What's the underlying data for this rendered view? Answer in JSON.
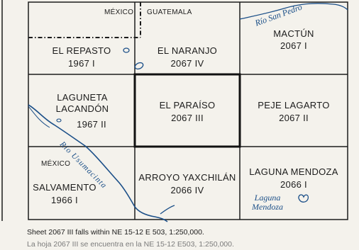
{
  "border_labels": {
    "mexico_north": "MÉXICO",
    "guatemala": "GUATEMALA",
    "mexico_south": "MÉXICO"
  },
  "cells": [
    {
      "id": "el-repasto",
      "name": "EL REPASTO",
      "sheet": "1967 I"
    },
    {
      "id": "el-naranjo",
      "name": "EL NARANJO",
      "sheet": "2067 IV"
    },
    {
      "id": "mactun",
      "name": "MACTÚN",
      "sheet": "2067 I"
    },
    {
      "id": "laguneta-lacandon",
      "name": "LAGUNETA LACANDÓN",
      "sheet": "1967 II"
    },
    {
      "id": "el-paraiso",
      "name": "EL PARAÍSO",
      "sheet": "2067 III"
    },
    {
      "id": "peje-lagarto",
      "name": "PEJE LAGARTO",
      "sheet": "2067 II"
    },
    {
      "id": "salvamento",
      "name": "SALVAMENTO",
      "sheet": "1966 I"
    },
    {
      "id": "arroyo-yaxchilan",
      "name": "ARROYO YAXCHILÁN",
      "sheet": "2066 IV"
    },
    {
      "id": "laguna-mendoza",
      "name": "LAGUNA MENDOZA",
      "sheet": "2066 I"
    }
  ],
  "highlighted_sheet": "EL PARAÍSO",
  "rivers": {
    "san_pedro": "Río San Pedro",
    "usumacinta": "Río Usumacinta"
  },
  "lake_label": "Laguna Mendoza",
  "captions": {
    "english": "Sheet 2067 III falls within NE 15-12 E 503, 1:250,000.",
    "spanish": "La hoja 2067 III se encuentra en la NE 15-12 E503, 1:250,000."
  },
  "colors": {
    "water": "#1b4f88",
    "lines": "#1c1c1c",
    "paper": "#f4f2ec"
  }
}
